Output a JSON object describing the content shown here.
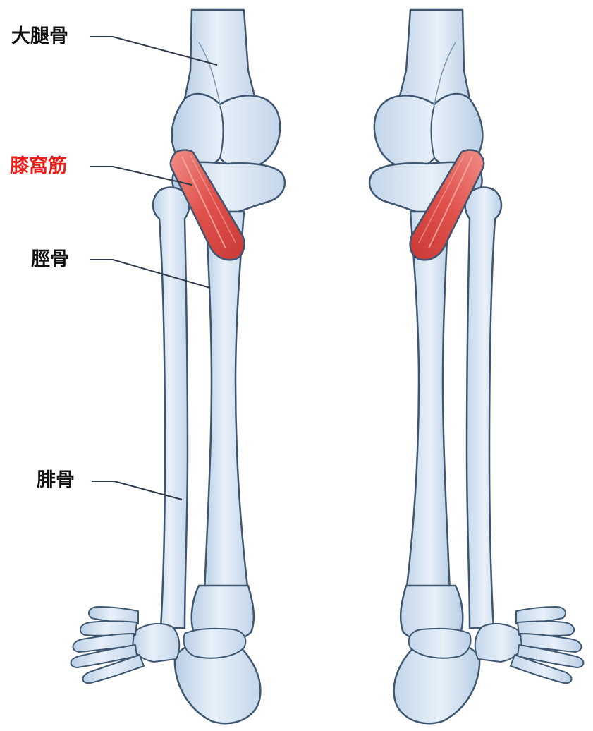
{
  "labels": {
    "femur": "大腿骨",
    "popliteus": "膝窩筋",
    "tibia": "脛骨",
    "fibula": "腓骨"
  },
  "colors": {
    "bone_fill": "#d6e4f2",
    "bone_highlight": "#eef4fa",
    "bone_shadow": "#a9c0d8",
    "outline": "#3f5670",
    "muscle_fill": "#e0514c",
    "muscle_highlight": "#f39a92",
    "leader_line": "#2e3a4a",
    "label_text": "#111111",
    "label_highlight_text": "#e8211b"
  },
  "icons": {
    "left_leg": "leg-skeleton-posterior-icon",
    "right_leg": "leg-skeleton-posterior-icon"
  }
}
